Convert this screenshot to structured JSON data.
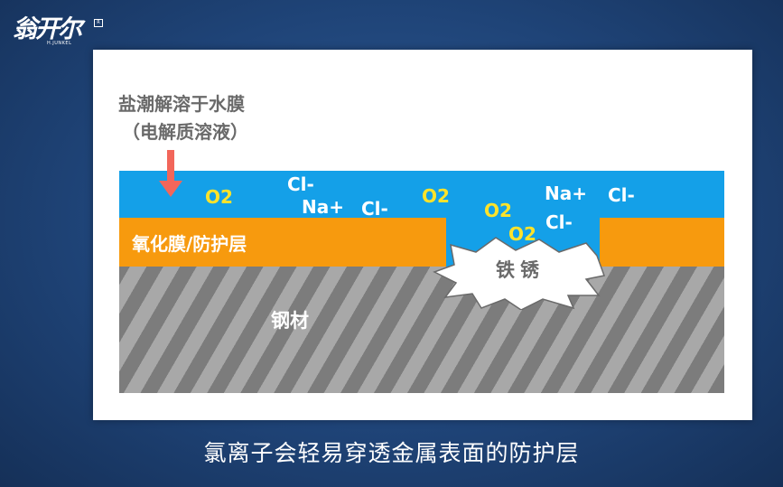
{
  "logo": {
    "name": "翁开尔",
    "sub": "H.JUNKEL",
    "reg": "R"
  },
  "diagram": {
    "label_line1": "盐潮解溶于水膜",
    "label_line2": "（电解质溶液）",
    "oxide_label": "氧化膜/防护层",
    "steel_label": "钢材",
    "rust_label": "铁锈",
    "ions": {
      "o2_a": "O2",
      "cl_a": "Cl-",
      "na_a": "Na+",
      "cl_b": "Cl-",
      "o2_b": "O2",
      "o2_c": "O2",
      "o2_d": "O2",
      "na_b": "Na+",
      "cl_c": "Cl-",
      "cl_d": "Cl-"
    },
    "colors": {
      "water": "#14a0e8",
      "oxide": "#f79a0e",
      "o2": "#ffe32a",
      "arrow": "#f2665a"
    }
  },
  "caption": "氯离子会轻易穿透金属表面的防护层"
}
